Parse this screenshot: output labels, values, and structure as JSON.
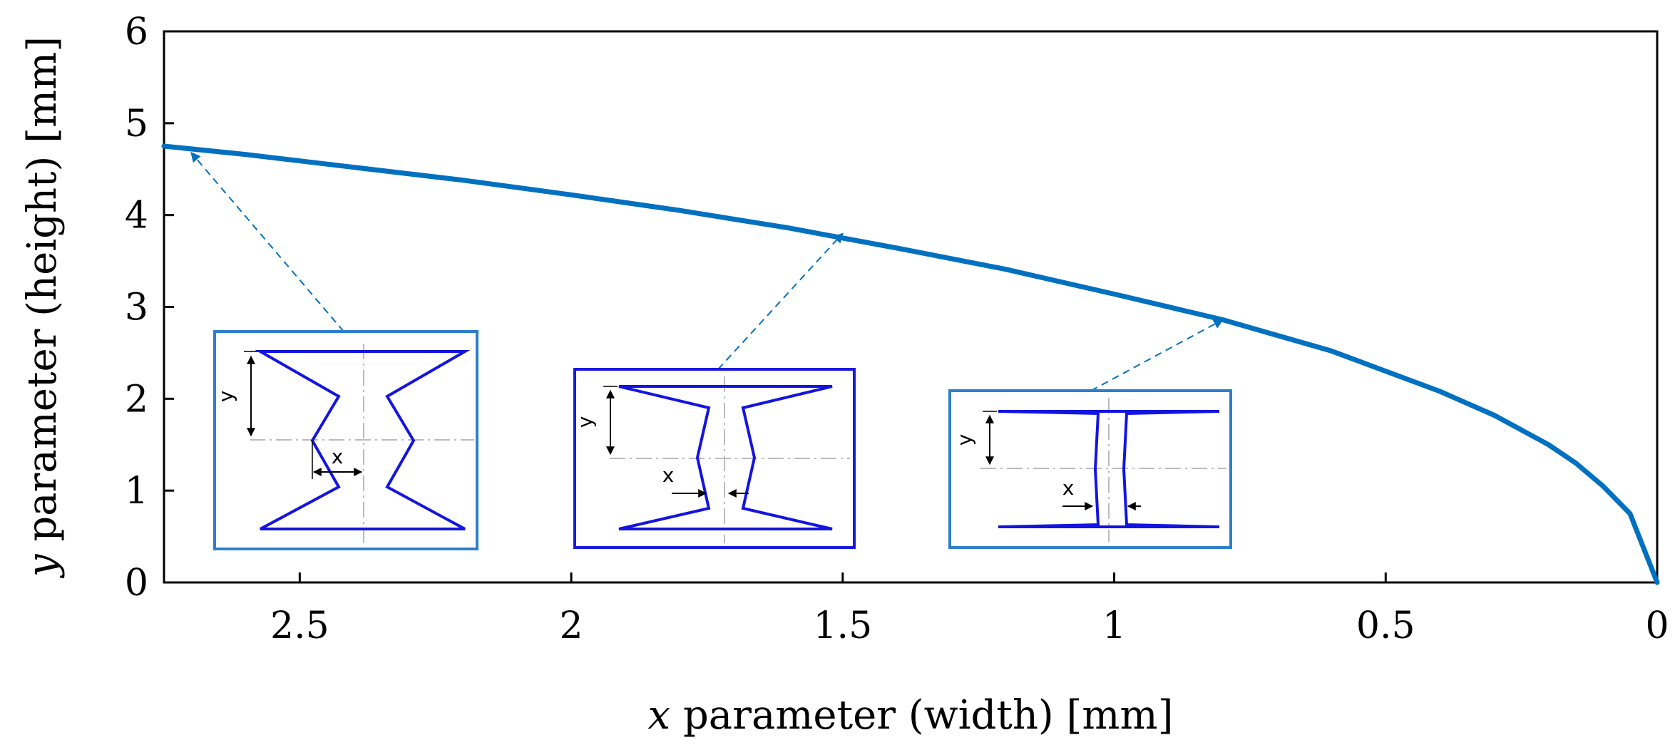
{
  "chart_data": {
    "type": "line",
    "x_axis": {
      "var": "x",
      "label": " parameter (width) [mm]",
      "reversed": true,
      "range": [
        2.75,
        0
      ],
      "ticks": [
        2.5,
        2,
        1.5,
        1,
        0.5,
        0
      ],
      "tick_labels": [
        "2.5",
        "2",
        "1.5",
        "1",
        "0.5",
        "0"
      ]
    },
    "y_axis": {
      "var": "y",
      "label": " parameter (height) [mm]",
      "range": [
        0,
        6
      ],
      "ticks": [
        0,
        1,
        2,
        3,
        4,
        5,
        6
      ],
      "tick_labels": [
        "0",
        "1",
        "2",
        "3",
        "4",
        "5",
        "6"
      ]
    },
    "grid": false,
    "series": [
      {
        "color": "#0070C0",
        "x": [
          2.75,
          2.6,
          2.4,
          2.2,
          2.0,
          1.8,
          1.6,
          1.4,
          1.2,
          1.0,
          0.8,
          0.6,
          0.4,
          0.3,
          0.2,
          0.15,
          0.1,
          0.05,
          0.0
        ],
        "y": [
          4.75,
          4.66,
          4.52,
          4.38,
          4.22,
          4.05,
          3.86,
          3.64,
          3.41,
          3.14,
          2.86,
          2.52,
          2.08,
          1.82,
          1.5,
          1.3,
          1.05,
          0.75,
          0.0
        ]
      }
    ],
    "annotations": [
      {
        "name": "inset-1",
        "points_to": {
          "x": 2.7,
          "y": 4.68
        },
        "labels": {
          "y": "y",
          "x": "x"
        }
      },
      {
        "name": "inset-2",
        "points_to": {
          "x": 1.5,
          "y": 3.8
        },
        "labels": {
          "y": "y",
          "x": "x"
        }
      },
      {
        "name": "inset-3",
        "points_to": {
          "x": 0.8,
          "y": 2.86
        },
        "labels": {
          "y": "y",
          "x": "x"
        }
      }
    ],
    "colors": {
      "curve": "#0070C0",
      "inset_border_light": "#2E7FCB",
      "inset_border_dark": "#1A1ADC",
      "shape": "#1414E0",
      "centerline": "#BBBBBB"
    }
  }
}
